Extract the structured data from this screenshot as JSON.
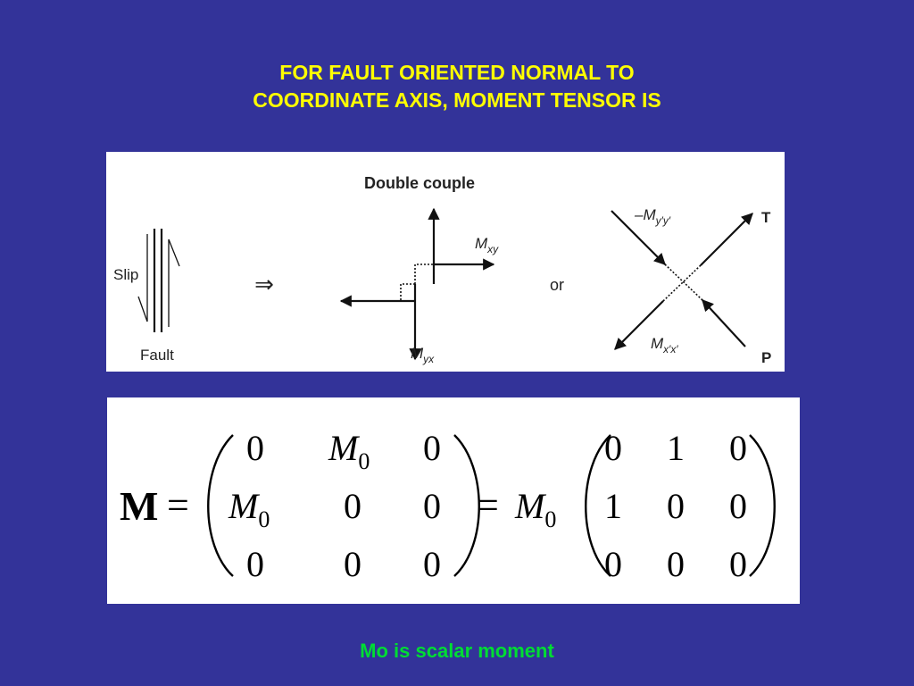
{
  "title": {
    "line1": "FOR FAULT ORIENTED NORMAL TO",
    "line2": "COORDINATE AXIS, MOMENT TENSOR IS"
  },
  "diagram": {
    "heading": "Double couple",
    "slip_label": "Slip",
    "fault_label": "Fault",
    "implies_symbol": "⇒",
    "or_label": "or",
    "mxy": {
      "base": "M",
      "sub": "xy"
    },
    "myx": {
      "base": "M",
      "sub": "yx"
    },
    "myy": {
      "base": "–M",
      "sub": "y′y′"
    },
    "mxx": {
      "base": "M",
      "sub": "x′x′"
    },
    "t_label": "T",
    "p_label": "P"
  },
  "equation": {
    "lhs": "M",
    "equals": "=",
    "m0": {
      "base": "M",
      "sub": "0"
    },
    "matrix1": [
      [
        "0",
        "M0",
        "0"
      ],
      [
        "M0",
        "0",
        "0"
      ],
      [
        "0",
        "0",
        "0"
      ]
    ],
    "matrix2": [
      [
        "0",
        "1",
        "0"
      ],
      [
        "1",
        "0",
        "0"
      ],
      [
        "0",
        "0",
        "0"
      ]
    ]
  },
  "caption": "Mo is scalar moment",
  "colors": {
    "background": "#333399",
    "title": "#ffff00",
    "caption": "#00dd33"
  }
}
